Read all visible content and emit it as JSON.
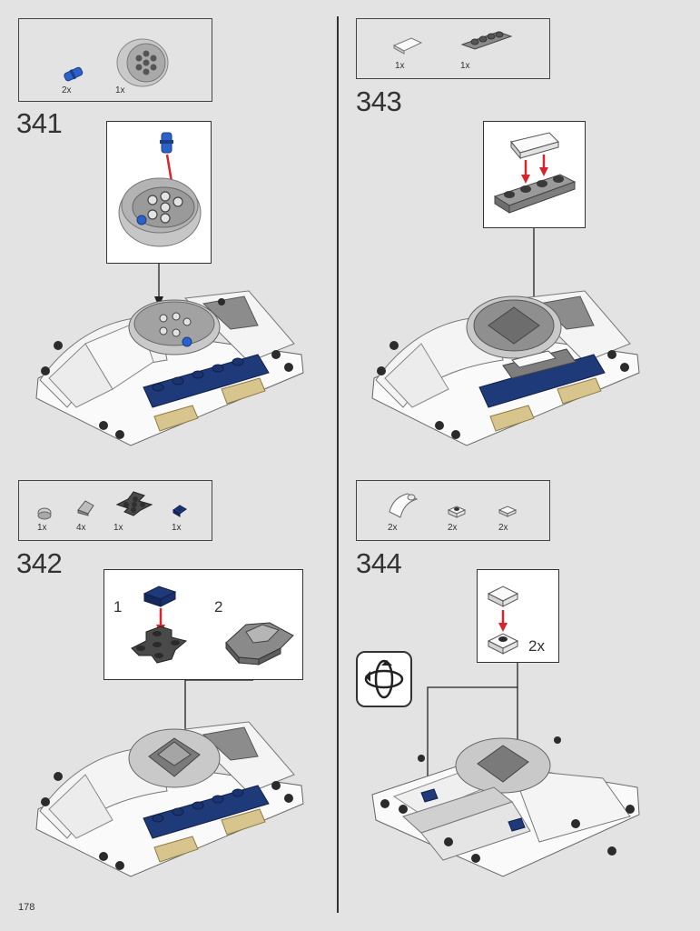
{
  "page_number": "178",
  "steps": [
    {
      "number": "341",
      "parts": [
        {
          "icon": "blue-connector-pin-icon",
          "qty": "2x"
        },
        {
          "icon": "gray-round-dish-icon",
          "qty": "1x"
        }
      ]
    },
    {
      "number": "342",
      "parts": [
        {
          "icon": "gray-round-tile-icon",
          "qty": "1x"
        },
        {
          "icon": "gray-slope-icon",
          "qty": "4x"
        },
        {
          "icon": "dark-gray-cross-plate-icon",
          "qty": "1x"
        },
        {
          "icon": "dark-blue-plate-icon",
          "qty": "1x"
        }
      ],
      "substeps": [
        "1",
        "2"
      ]
    },
    {
      "number": "343",
      "parts": [
        {
          "icon": "white-tile-icon",
          "qty": "1x"
        },
        {
          "icon": "gray-plate-1x4-icon",
          "qty": "1x"
        }
      ]
    },
    {
      "number": "344",
      "parts": [
        {
          "icon": "white-curved-slope-icon",
          "qty": "2x"
        },
        {
          "icon": "white-plate-1x1-icon",
          "qty": "2x"
        },
        {
          "icon": "white-tile-1x1-icon",
          "qty": "2x"
        }
      ],
      "callout_multiplier": "2x"
    }
  ],
  "colors": {
    "white_brick": "#f7f7f7",
    "light_gray": "#a8a8a8",
    "dark_gray": "#4a4a4a",
    "dark_blue": "#1f3a78",
    "tan": "#d8c58e",
    "blue": "#2a62c9",
    "arrow_red": "#d8242b"
  }
}
